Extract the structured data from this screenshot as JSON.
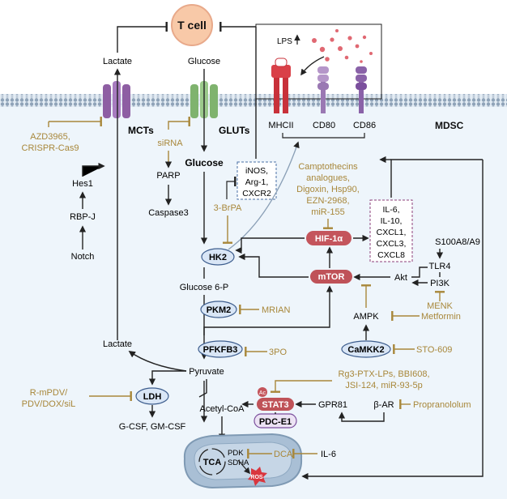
{
  "t_cell": "T cell",
  "lps": "LPS",
  "membrane": {
    "mdsc": "MDSC"
  },
  "left_branch": {
    "lactate_top": "Lactate",
    "mcts": "MCTs",
    "mct_inhibitors": [
      "AZD3965,",
      "CRISPR-Cas9"
    ],
    "hes1": "Hes1",
    "rbpj": "RBP-J",
    "notch": "Notch",
    "lactate_mid": "Lactate"
  },
  "glucose_branch": {
    "glucose_top": "Glucose",
    "gluts": "GLUTs",
    "sirna": "siRNA",
    "parp": "PARP",
    "caspase3": "Caspase3",
    "glucose_in": "Glucose",
    "brpa": "3-BrPA",
    "hk2": "HK2",
    "glucose6p": "Glucose 6-P",
    "pkm2": "PKM2",
    "mrian": "MRIAN",
    "pfkfb3": "PFKFB3",
    "threepo": "3PO",
    "pyruvate": "Pyruvate"
  },
  "mhc": {
    "mhcii": "MHCII",
    "cd80": "CD80",
    "cd86": "CD86"
  },
  "immuno_box": [
    "iNOS,",
    "Arg-1,",
    "CXCR2"
  ],
  "hif_inhibitors": [
    "Camptothecins",
    "analogues,",
    "Digoxin, Hsp90,",
    "EZN-2968,",
    "miR-155"
  ],
  "hif1a": "HIF-1α",
  "cytokine_box": [
    "IL-6,",
    "IL-10,",
    "CXCL1,",
    "CXCL3,",
    "CXCL8"
  ],
  "right_pathway": {
    "s100": "S100A8/A9",
    "tlr4": "TLR4",
    "pi3k": "PI3K",
    "menk": "MENK",
    "akt": "Akt",
    "mtor": "mTOR",
    "ampk": "AMPK",
    "metformin": "Metformin",
    "camkk2": "CaMKK2",
    "sto609": "STO-609"
  },
  "lower": {
    "stat3_inhibitors": [
      "Rg3-PTX-LPs, BBI608,",
      "JSI-124, miR-93-5p"
    ],
    "ldh_inhibitors": [
      "R-mPDV/",
      "PDV/DOX/siL"
    ],
    "ldh": "LDH",
    "acetyl_coa": "Acetyl-CoA",
    "ac": "Ac",
    "stat3": "STAT3",
    "pdc_e1": "PDC-E1",
    "gpr81": "GPR81",
    "beta_ar": "β-AR",
    "propranolol": "Propranololum",
    "gcsf": "G-CSF, GM-CSF"
  },
  "mito": {
    "tca": "TCA",
    "pdk": "PDK",
    "sdha": "SDHA",
    "dca": "DCA",
    "il6": "IL-6",
    "ros": "ROS"
  },
  "colors": {
    "inhibitor": "#a8873a",
    "node_fill": "#d9e6f6",
    "node_stroke": "#3e5e8e",
    "hif_fill": "#c4555c",
    "mtor_fill": "#bf5258",
    "tcell_fill": "#f8c9a8",
    "membrane": "#8fa3b8",
    "cytoplasm": "#eef5fb",
    "mct": "#8e5ea3",
    "glut": "#7fb36e",
    "mhc": "#c8313a",
    "cd": "#9a78b3",
    "mito": "#a9bfd5",
    "pdc_fill": "#ece3f4",
    "pdc_stroke": "#7b4f9d"
  }
}
